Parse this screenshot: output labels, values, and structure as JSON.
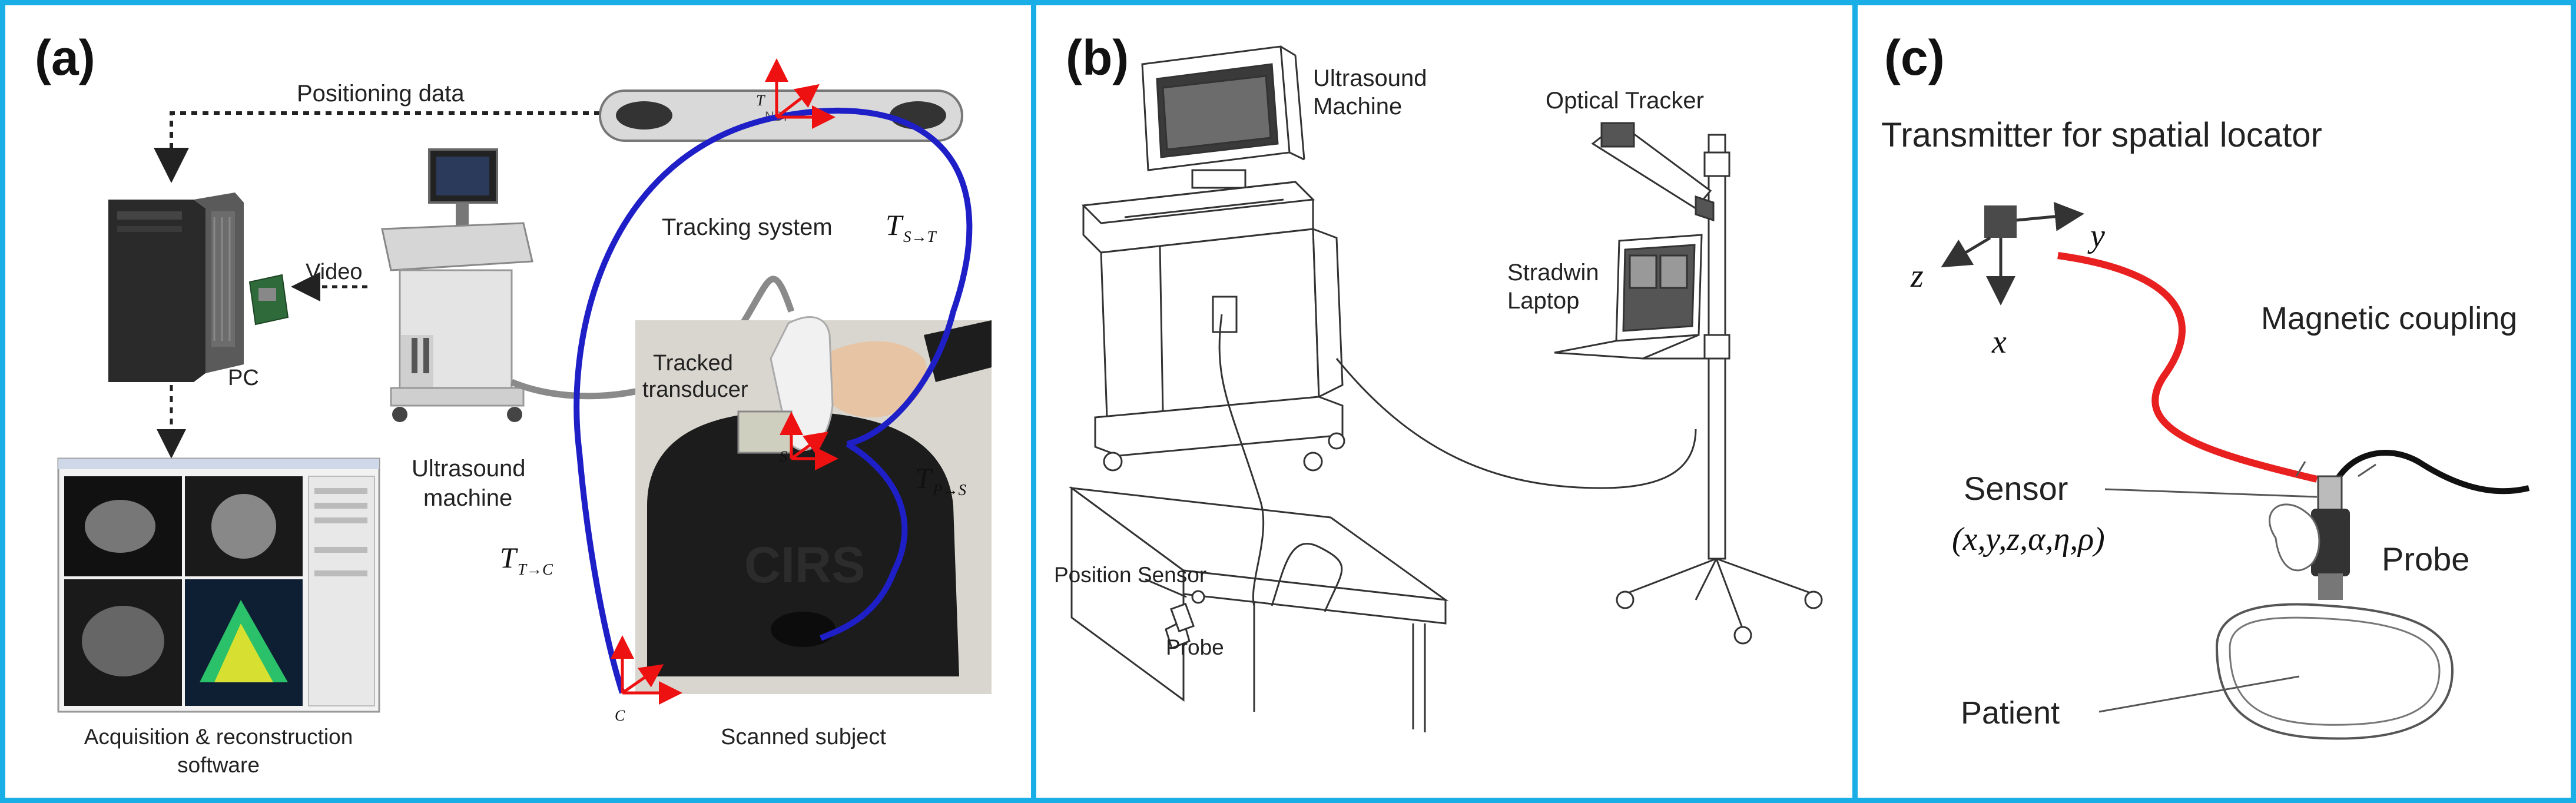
{
  "colors": {
    "border": "#1aaee6",
    "tracking_loop": "#1f1fc8",
    "axis_arrow": "#e11",
    "coupling_line": "#e82020",
    "cable": "#8a8a8a"
  },
  "panel_a": {
    "label": "(a)",
    "positioning_data": "Positioning data",
    "video": "Video",
    "pc": "PC",
    "tracking_system": "Tracking system",
    "tracked_transducer_line1": "Tracked",
    "tracked_transducer_line2": "transducer",
    "ultrasound_machine_line1": "Ultrasound",
    "ultrasound_machine_line2": "machine",
    "software_line1": "Acquisition & reconstruction",
    "software_line2": "software",
    "scanned_subject": "Scanned subject",
    "t_s_t_main": "T",
    "t_s_t_sub": "S→T",
    "t_p_s_main": "T",
    "t_p_s_sub": "P→S",
    "t_t_c_main": "T",
    "t_t_c_sub": "T→C",
    "point_t": "T",
    "point_s": "S",
    "point_c": "C",
    "phantom_text": "CIRS",
    "tracker_brand": "NDI"
  },
  "panel_b": {
    "label": "(b)",
    "ultrasound_machine_line1": "Ultrasound",
    "ultrasound_machine_line2": "Machine",
    "optical_tracker": "Optical Tracker",
    "stradwin_line1": "Stradwin",
    "stradwin_line2": "Laptop",
    "position_sensor": "Position Sensor",
    "probe": "Probe"
  },
  "panel_c": {
    "label": "(c)",
    "transmitter": "Transmitter for spatial locator",
    "axis_y": "y",
    "axis_z": "z",
    "axis_x": "x",
    "magnetic_coupling": "Magnetic coupling",
    "sensor": "Sensor",
    "sensor_coords": "(x,y,z,α,η,ρ)",
    "probe": "Probe",
    "patient": "Patient"
  }
}
